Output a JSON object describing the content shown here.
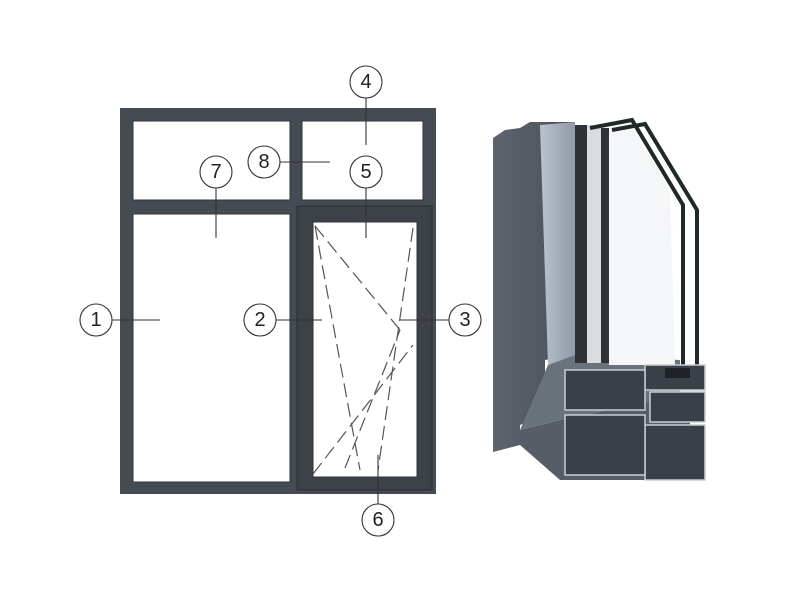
{
  "diagram": {
    "callouts": [
      {
        "id": "1",
        "label": "1"
      },
      {
        "id": "2",
        "label": "2"
      },
      {
        "id": "3",
        "label": "3"
      },
      {
        "id": "4",
        "label": "4"
      },
      {
        "id": "5",
        "label": "5"
      },
      {
        "id": "6",
        "label": "6"
      },
      {
        "id": "7",
        "label": "7"
      },
      {
        "id": "8",
        "label": "8"
      }
    ],
    "colors": {
      "frame": "#454b53",
      "frame_edge": "#2f343a",
      "glass": "#ffffff",
      "profile": "#5c636c",
      "glass_edge": "#1f2a28"
    }
  }
}
